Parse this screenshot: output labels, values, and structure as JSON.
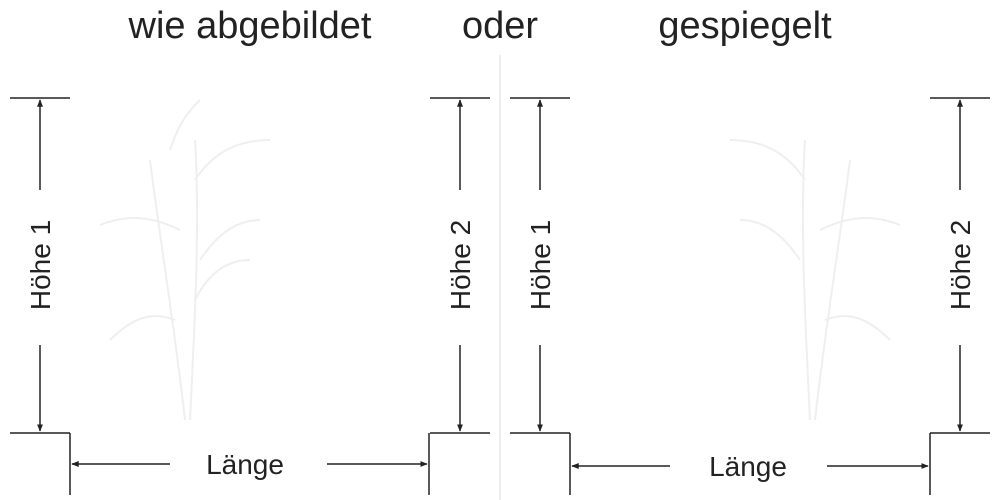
{
  "titles": {
    "left": "wie abgebildet",
    "middle": "oder",
    "right": "gespiegelt"
  },
  "labels": {
    "height1": "Höhe 1",
    "height2": "Höhe 2",
    "length": "Länge"
  },
  "colors": {
    "line": "#222222",
    "divider": "#d8d8d8",
    "plant": "#eeeeee"
  }
}
